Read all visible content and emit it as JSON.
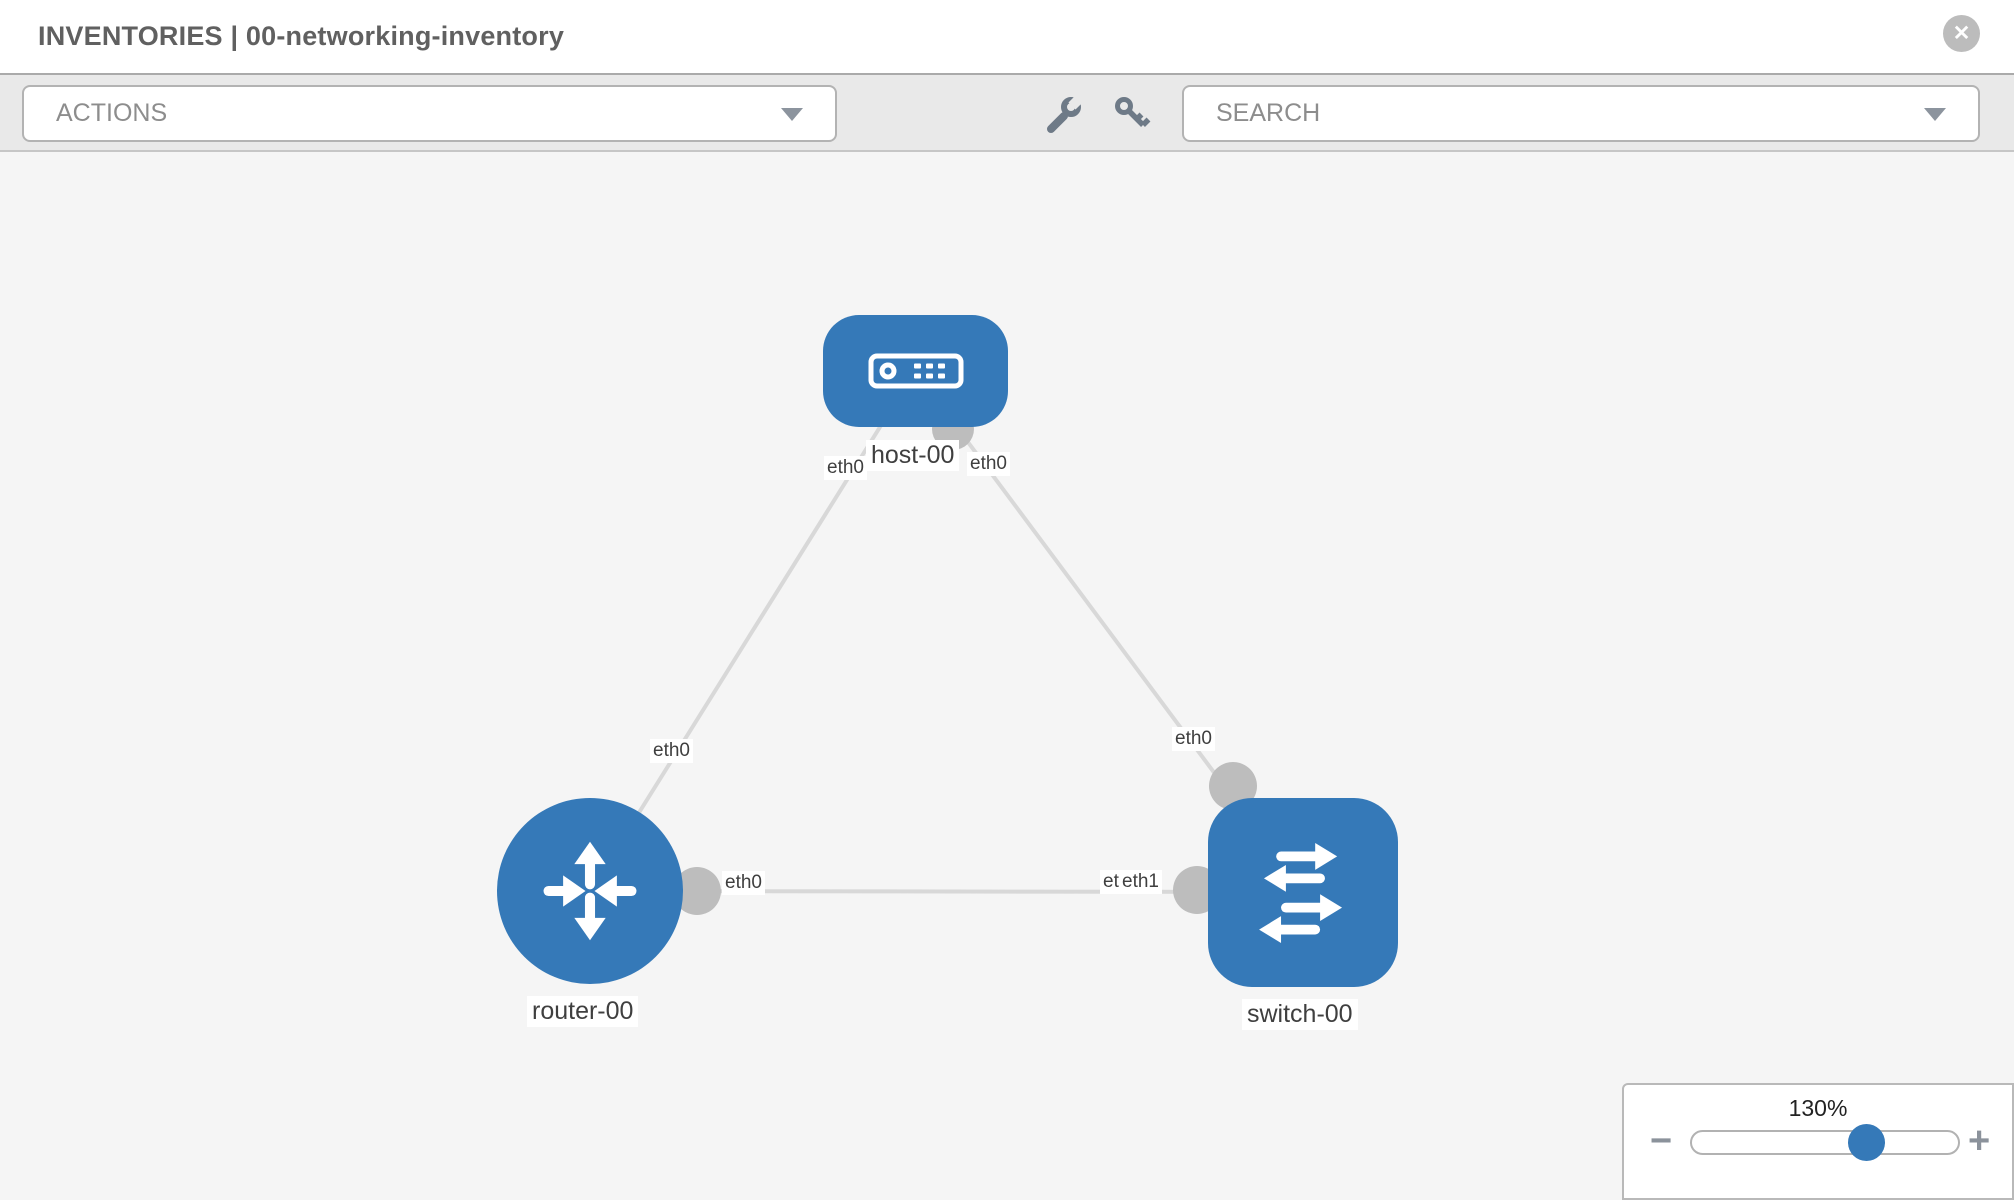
{
  "header": {
    "title": "INVENTORIES | 00-networking-inventory",
    "close_glyph": "✕"
  },
  "toolbar": {
    "actions_label": "ACTIONS",
    "search_placeholder": "SEARCH"
  },
  "topology": {
    "nodes": [
      {
        "id": "host-00",
        "label": "host-00",
        "type": "host"
      },
      {
        "id": "router-00",
        "label": "router-00",
        "type": "router"
      },
      {
        "id": "switch-00",
        "label": "switch-00",
        "type": "switch"
      }
    ],
    "links": [
      {
        "from": "host-00",
        "to": "router-00",
        "from_interface": "eth0",
        "to_interface": "eth0"
      },
      {
        "from": "host-00",
        "to": "switch-00",
        "from_interface": "eth0",
        "to_interface": "eth0"
      },
      {
        "from": "router-00",
        "to": "switch-00",
        "from_interface": "eth0",
        "to_interface": "eth1",
        "to_end_overlapping_labels": [
          "eth0",
          "eth1"
        ]
      }
    ]
  },
  "zoom_control": {
    "value": "130%",
    "minus_glyph": "−",
    "plus_glyph": "+"
  },
  "colors": {
    "node_blue": "#3579b8",
    "link_gray": "#d8d8d8",
    "connector_gray": "#bdbdbd",
    "toolbar_bg": "#e9e9e9",
    "canvas_bg": "#f5f5f5"
  }
}
